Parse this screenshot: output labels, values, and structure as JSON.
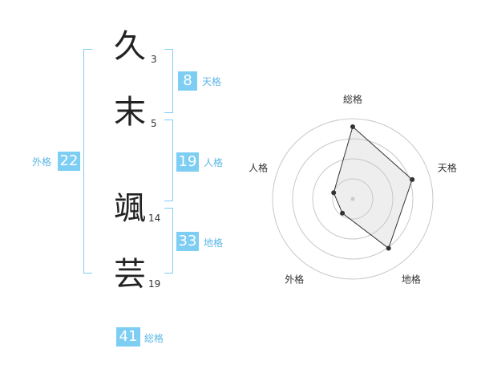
{
  "name": {
    "chars": [
      {
        "char": "久",
        "strokes": "3"
      },
      {
        "char": "末",
        "strokes": "5"
      },
      {
        "char": "颯",
        "strokes": "14"
      },
      {
        "char": "芸",
        "strokes": "19"
      }
    ]
  },
  "kakusu": {
    "tenkaku": {
      "value": "8",
      "label": "天格"
    },
    "jinkaku": {
      "value": "19",
      "label": "人格"
    },
    "chikaku": {
      "value": "33",
      "label": "地格"
    },
    "gaikaku": {
      "value": "22",
      "label": "外格"
    },
    "soukaku": {
      "value": "41",
      "label": "総格"
    }
  },
  "colors": {
    "accent": "#7ecef4",
    "label": "#5cb7e6"
  },
  "chart_data": {
    "type": "radar",
    "axes": [
      "総格",
      "天格",
      "地格",
      "外格",
      "人格"
    ],
    "values": [
      0.9,
      0.78,
      0.76,
      0.22,
      0.25
    ],
    "range": [
      0,
      1
    ],
    "rings": 4
  }
}
